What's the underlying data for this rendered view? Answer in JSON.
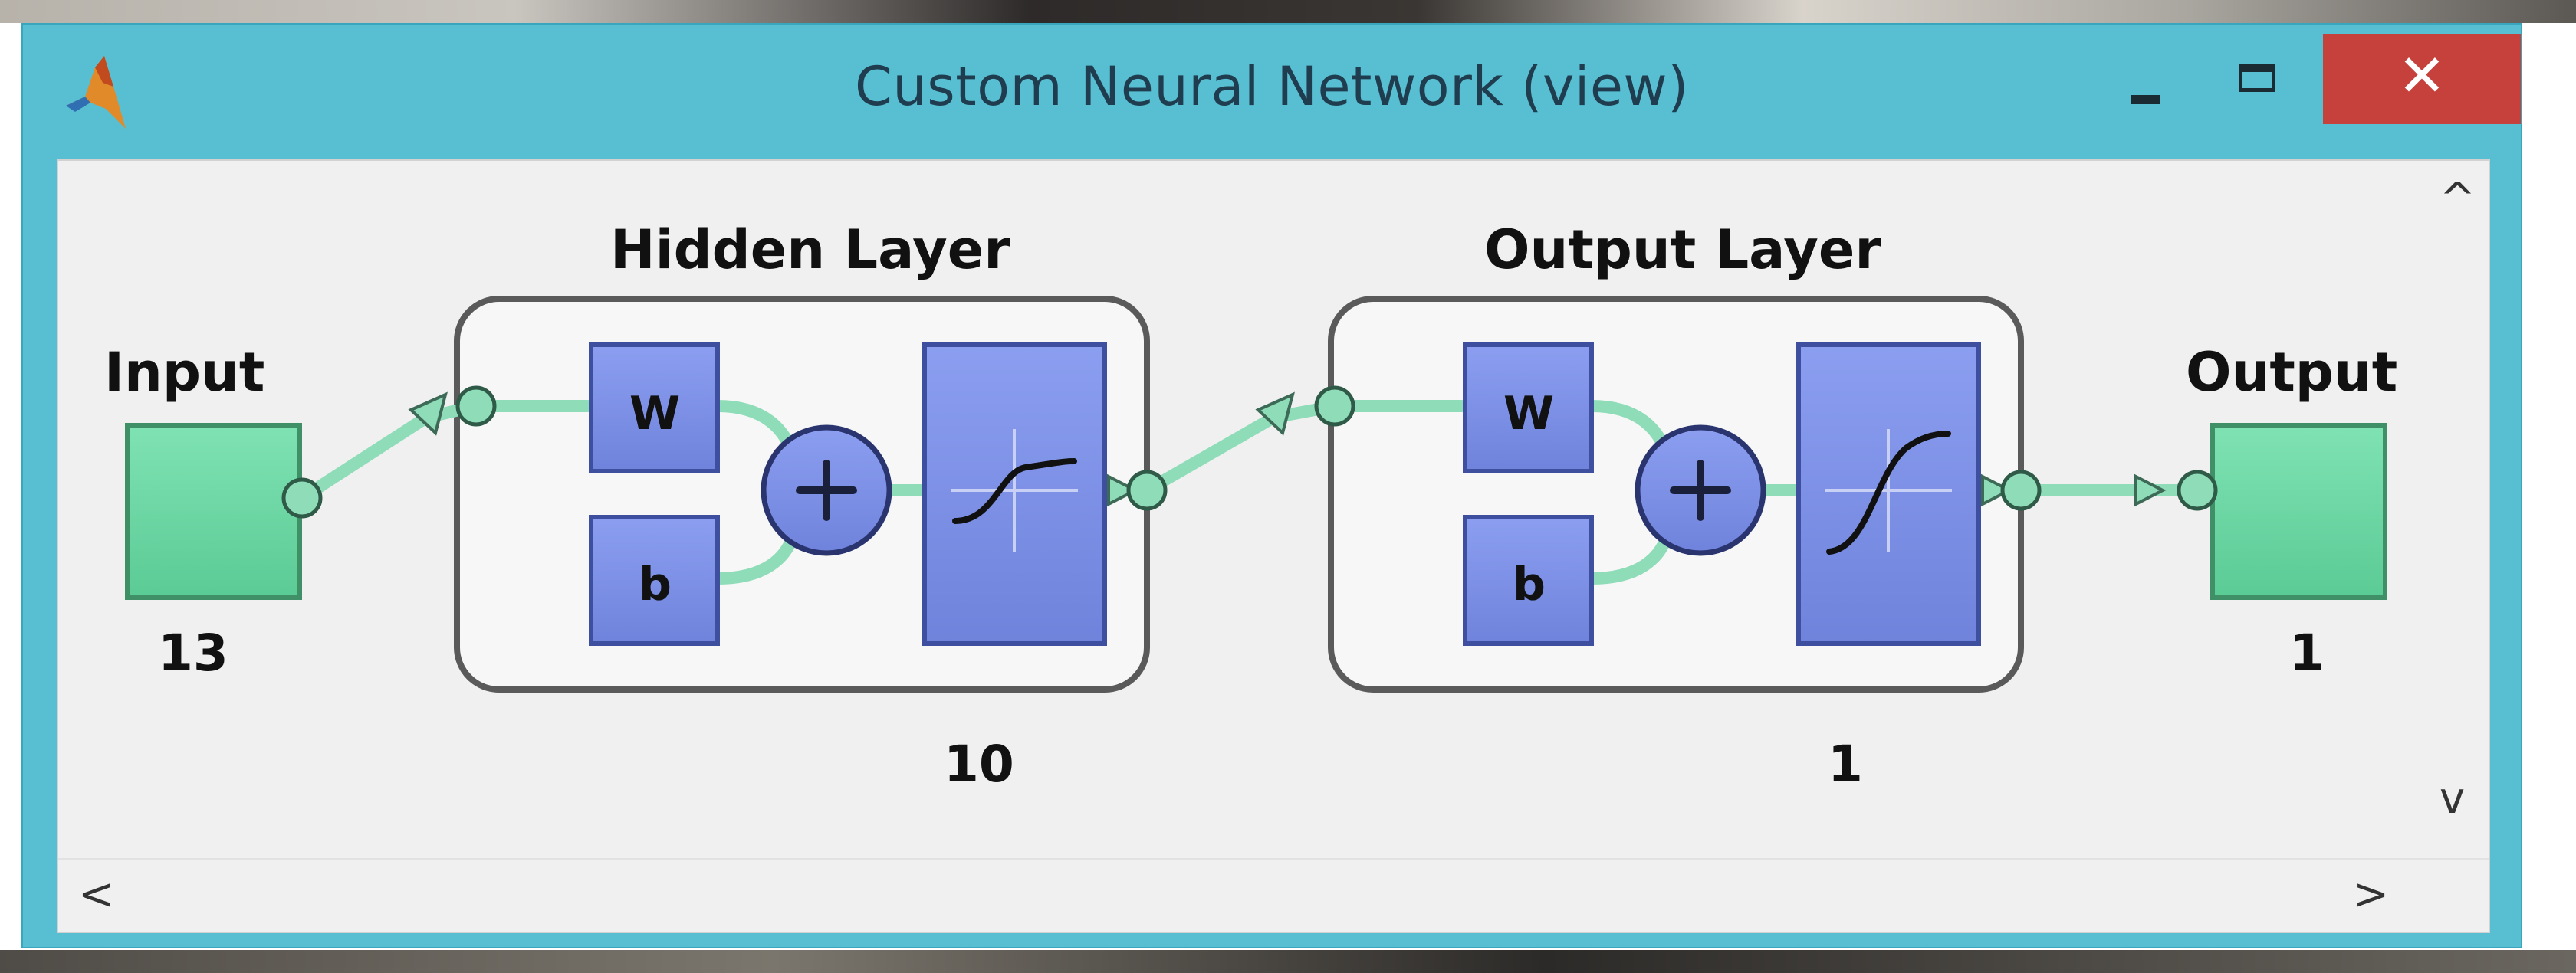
{
  "window": {
    "title": "Custom Neural Network (view)",
    "controls": {
      "minimize_icon": "minimize-icon",
      "maximize_icon": "maximize-icon",
      "close_glyph": "✕"
    }
  },
  "diagram": {
    "input": {
      "label": "Input",
      "size": "13"
    },
    "hidden_layer": {
      "label": "Hidden Layer",
      "weight": "W",
      "bias": "b",
      "size": "10",
      "transfer": "tansig"
    },
    "output_layer": {
      "label": "Output Layer",
      "weight": "W",
      "bias": "b",
      "size": "1",
      "transfer": "tansig"
    },
    "output": {
      "label": "Output",
      "size": "1"
    }
  },
  "scrollbars": {
    "up_glyph": "^",
    "down_glyph": "v",
    "left_glyph": "<",
    "right_glyph": ">"
  },
  "colors": {
    "window_frame": "#58bfd3",
    "close_button": "#c6413b",
    "block_fill": "#7f92e6",
    "io_fill": "#66d6a0",
    "connector": "#8fdcb8"
  }
}
